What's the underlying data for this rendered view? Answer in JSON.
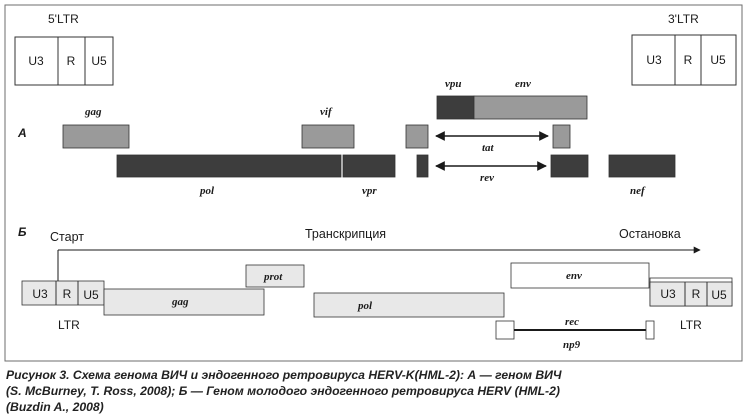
{
  "colors": {
    "dark": "#3d3d3d",
    "mid": "#9a9a9a",
    "light": "#e8e8e8",
    "frame": "#6e6e6e"
  },
  "panel_a": {
    "label": "А",
    "ltr5": {
      "title": "5'LTR",
      "cells": [
        "U3",
        "R",
        "U5"
      ]
    },
    "ltr3": {
      "title": "3'LTR",
      "cells": [
        "U3",
        "R",
        "U5"
      ]
    },
    "genes": {
      "gag": "gag",
      "vif": "vif",
      "vpu": "vpu",
      "env": "env",
      "tat": "tat",
      "rev": "rev",
      "pol": "pol",
      "vpr": "vpr",
      "nef": "nef"
    }
  },
  "panel_b": {
    "label": "Б",
    "start": "Старт",
    "transcription": "Транскрипция",
    "stop": "Остановка",
    "ltr_left": {
      "cells": [
        "U3",
        "R",
        "U5"
      ],
      "label": "LTR"
    },
    "ltr_right": {
      "cells": [
        "U3",
        "R",
        "U5"
      ],
      "label": "LTR"
    },
    "genes": {
      "prot": "prot",
      "gag": "gag",
      "pol": "pol",
      "env": "env",
      "rec": "rec",
      "np9": "np9"
    }
  },
  "caption": {
    "line1": "Рисунок 3. Схема генома ВИЧ и эндогенного ретровируса HERV-K(HML-2): А — геном ВИЧ",
    "line2": "(S. McBurney, T. Ross, 2008); Б — Геном молодого эндогенного ретровируса HERV (HML-2)",
    "line3": "(Buzdin A., 2008)"
  }
}
